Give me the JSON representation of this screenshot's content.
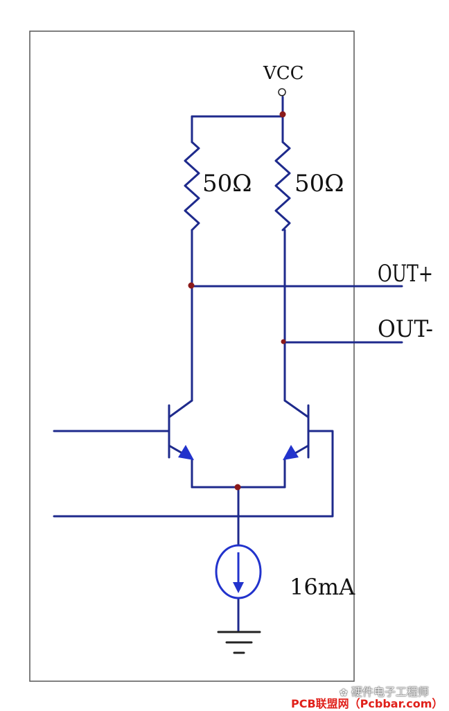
{
  "labels": {
    "vcc": "VCC",
    "r_left": "50Ω",
    "r_right": "50Ω",
    "out_pos": "OUT+",
    "out_neg": "OUT-",
    "current": "16mA"
  },
  "watermark": {
    "account": "硬件电子工程师",
    "site": "PCB联盟网（Pcbbar.com）"
  },
  "colors": {
    "wire": "#1e2a8c",
    "node": "#8b1a1a",
    "source": "#2233cc",
    "frame": "#555555",
    "watermark_red": "#e0201a"
  }
}
